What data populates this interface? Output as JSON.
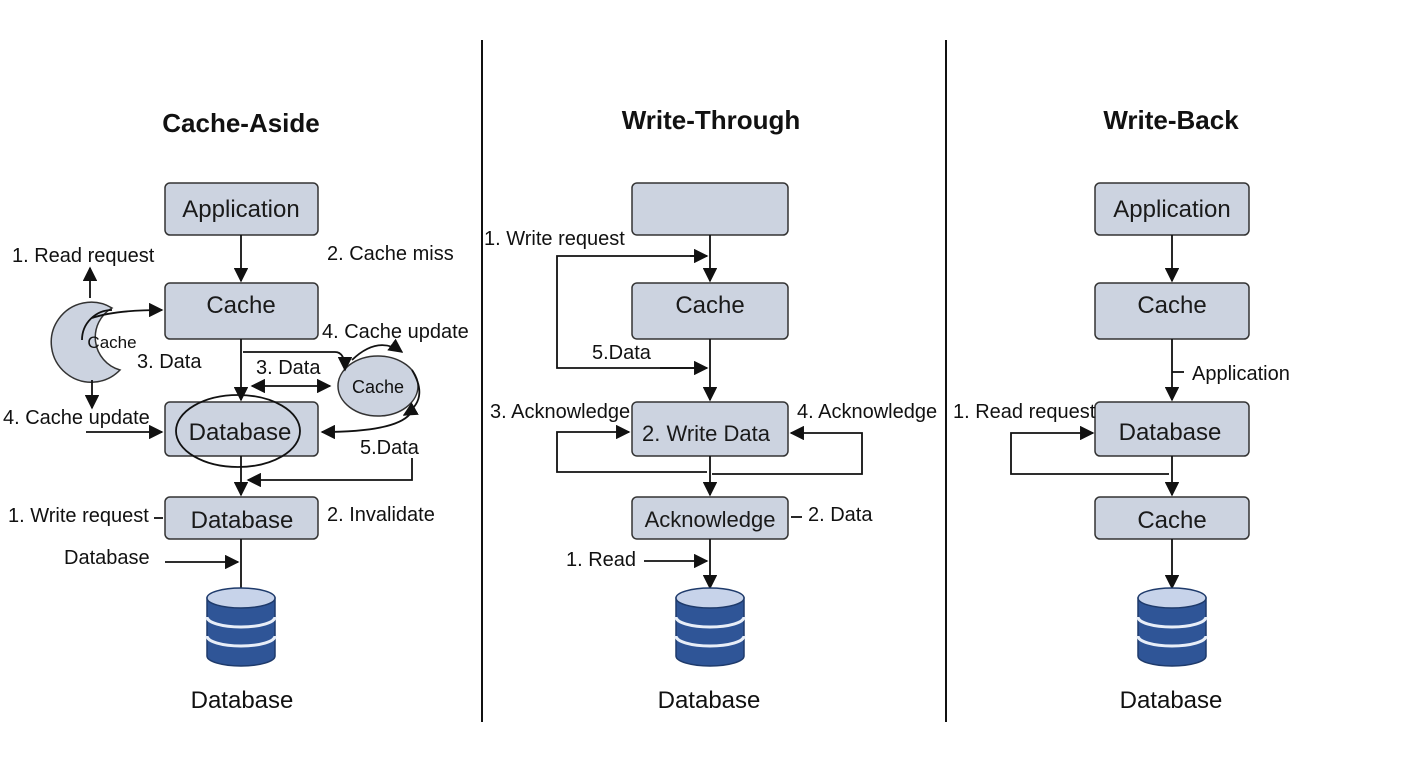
{
  "panels": {
    "cache_aside": {
      "title": "Cache-Aside",
      "box_application": "Application",
      "box_cache": "Cache",
      "box_database": "Database",
      "box_database_2": "Database",
      "circle_cache_left": "Cache",
      "circle_cache_right": "Cache",
      "label_read_request": "1. Read request",
      "label_cache_miss": "2. Cache miss",
      "label_data_left": "3. Data",
      "label_data_mid": "3. Data",
      "label_cache_update_right": "4. Cache update",
      "label_cache_update_left": "4. Cache update",
      "label_data_5": "5.Data",
      "label_write_request": "1. Write request",
      "label_invalidate": "2. Invalidate",
      "label_database_side": "Database",
      "db_label": "Database"
    },
    "write_through": {
      "title": "Write-Through",
      "box_top": "",
      "box_cache": "Cache",
      "box_write_data": "2. Write Data",
      "box_acknowledge": "Acknowledge",
      "label_write_request": "1. Write request",
      "label_data_5": "5.Data",
      "label_ack_3": "3. Acknowledge",
      "label_ack_4": "4. Acknowledge",
      "label_data_2": "2. Data",
      "label_read": "1. Read",
      "db_label": "Database"
    },
    "write_back": {
      "title": "Write-Back",
      "box_application": "Application",
      "box_cache_top": "Cache",
      "box_database": "Database",
      "box_cache_bottom": "Cache",
      "label_application": "Application",
      "label_read_request": "1. Read request",
      "db_label": "Database"
    }
  },
  "colors": {
    "box_fill": "#ccd3e0",
    "db_blue": "#2f5597",
    "db_top": "#c7d3ea"
  }
}
